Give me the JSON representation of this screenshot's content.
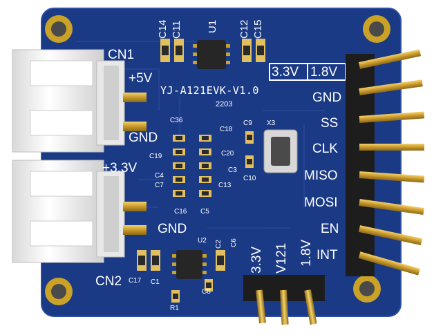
{
  "board": {
    "name": "YJ-A121EVK-V1.0",
    "revision": "2203",
    "colors": {
      "pcb": "#1b3a86",
      "silk": "#ffffff",
      "gold": "#c9a227",
      "header": "#222222",
      "connector": "#f2f2f2"
    }
  },
  "connectors": {
    "cn1": {
      "name": "CN1",
      "pin_top": "+5V",
      "pin_bottom": "GND"
    },
    "cn2": {
      "name": "CN2",
      "pin_top": "+3.3V",
      "pin_bottom": "GND"
    }
  },
  "voltage_select": {
    "left": "3.3V",
    "right": "1.8V"
  },
  "header_pins": [
    "GND",
    "SS",
    "CLK",
    "MISO",
    "MOSI",
    "EN",
    "INT"
  ],
  "bottom_jumper": [
    "3.3V",
    "V121",
    "1.8V"
  ],
  "components": {
    "u1": "U1",
    "u2": "U2",
    "x3": "X3",
    "r1": "R1",
    "c14": "C14",
    "c11": "C11",
    "c12": "C12",
    "c15": "C15",
    "c36": "C36",
    "c18": "C18",
    "c9": "C9",
    "c19": "C19",
    "c20": "C20",
    "c3": "C3",
    "c4": "C4",
    "c7": "C7",
    "c13": "C13",
    "c10": "C10",
    "c16": "C16",
    "c5": "C5",
    "c2": "C2",
    "c6": "C6",
    "c17": "C17",
    "c1": "C1",
    "c8": "C8"
  }
}
